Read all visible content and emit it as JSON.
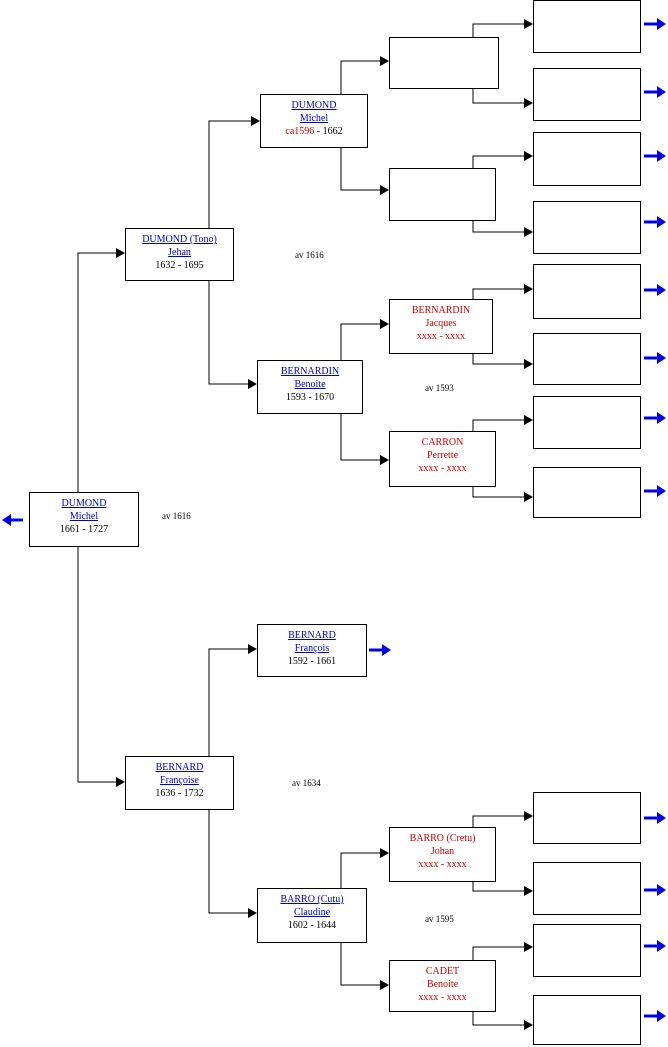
{
  "root": {
    "surname": "DUMOND",
    "given": "Michel",
    "dates": "1661 - 1727"
  },
  "gen2": {
    "father": {
      "surname": "DUMOND (Tono)",
      "given": "Jehan",
      "dates": "1632 - 1695"
    },
    "mother": {
      "surname": "BERNARD",
      "given": "Françoise",
      "dates": "1636 - 1732"
    }
  },
  "gen3": {
    "ff": {
      "surname": "DUMOND",
      "given": "Michel",
      "date_approx": "ca1596",
      "date_end": " - 1662"
    },
    "fm": {
      "surname": "BERNARDIN",
      "given": "Benoite",
      "dates": "1593 - 1670"
    },
    "mf": {
      "surname": "BERNARD",
      "given": "François",
      "dates": "1592 - 1661"
    },
    "mm": {
      "surname": "BARRO (Cutu)",
      "given": "Claudine",
      "dates": "1602 - 1644"
    }
  },
  "gen4": {
    "fmf": {
      "surname": "BERNARDIN",
      "given": "Jacques",
      "dates": "xxxx - xxxx"
    },
    "fmm": {
      "surname": "CARRON",
      "given": "Perrette",
      "dates": "xxxx - xxxx"
    },
    "mmf": {
      "surname": "BARRO (Cretu)",
      "given": "Johan",
      "dates": "xxxx - xxxx"
    },
    "mmm": {
      "surname": "CADET",
      "given": "Benoite",
      "dates": "xxxx - xxxx"
    }
  },
  "marriages": {
    "root_parents": "av 1616",
    "father_parents": "av 1616",
    "father_mother_parents": "av 1593",
    "mother_parents": "av 1634",
    "mother_mother_parents": "av 1595"
  },
  "colors": {
    "link": "#0000cc",
    "unknown": "#cc0000",
    "arrow": "#0000ee",
    "line": "#000000"
  }
}
